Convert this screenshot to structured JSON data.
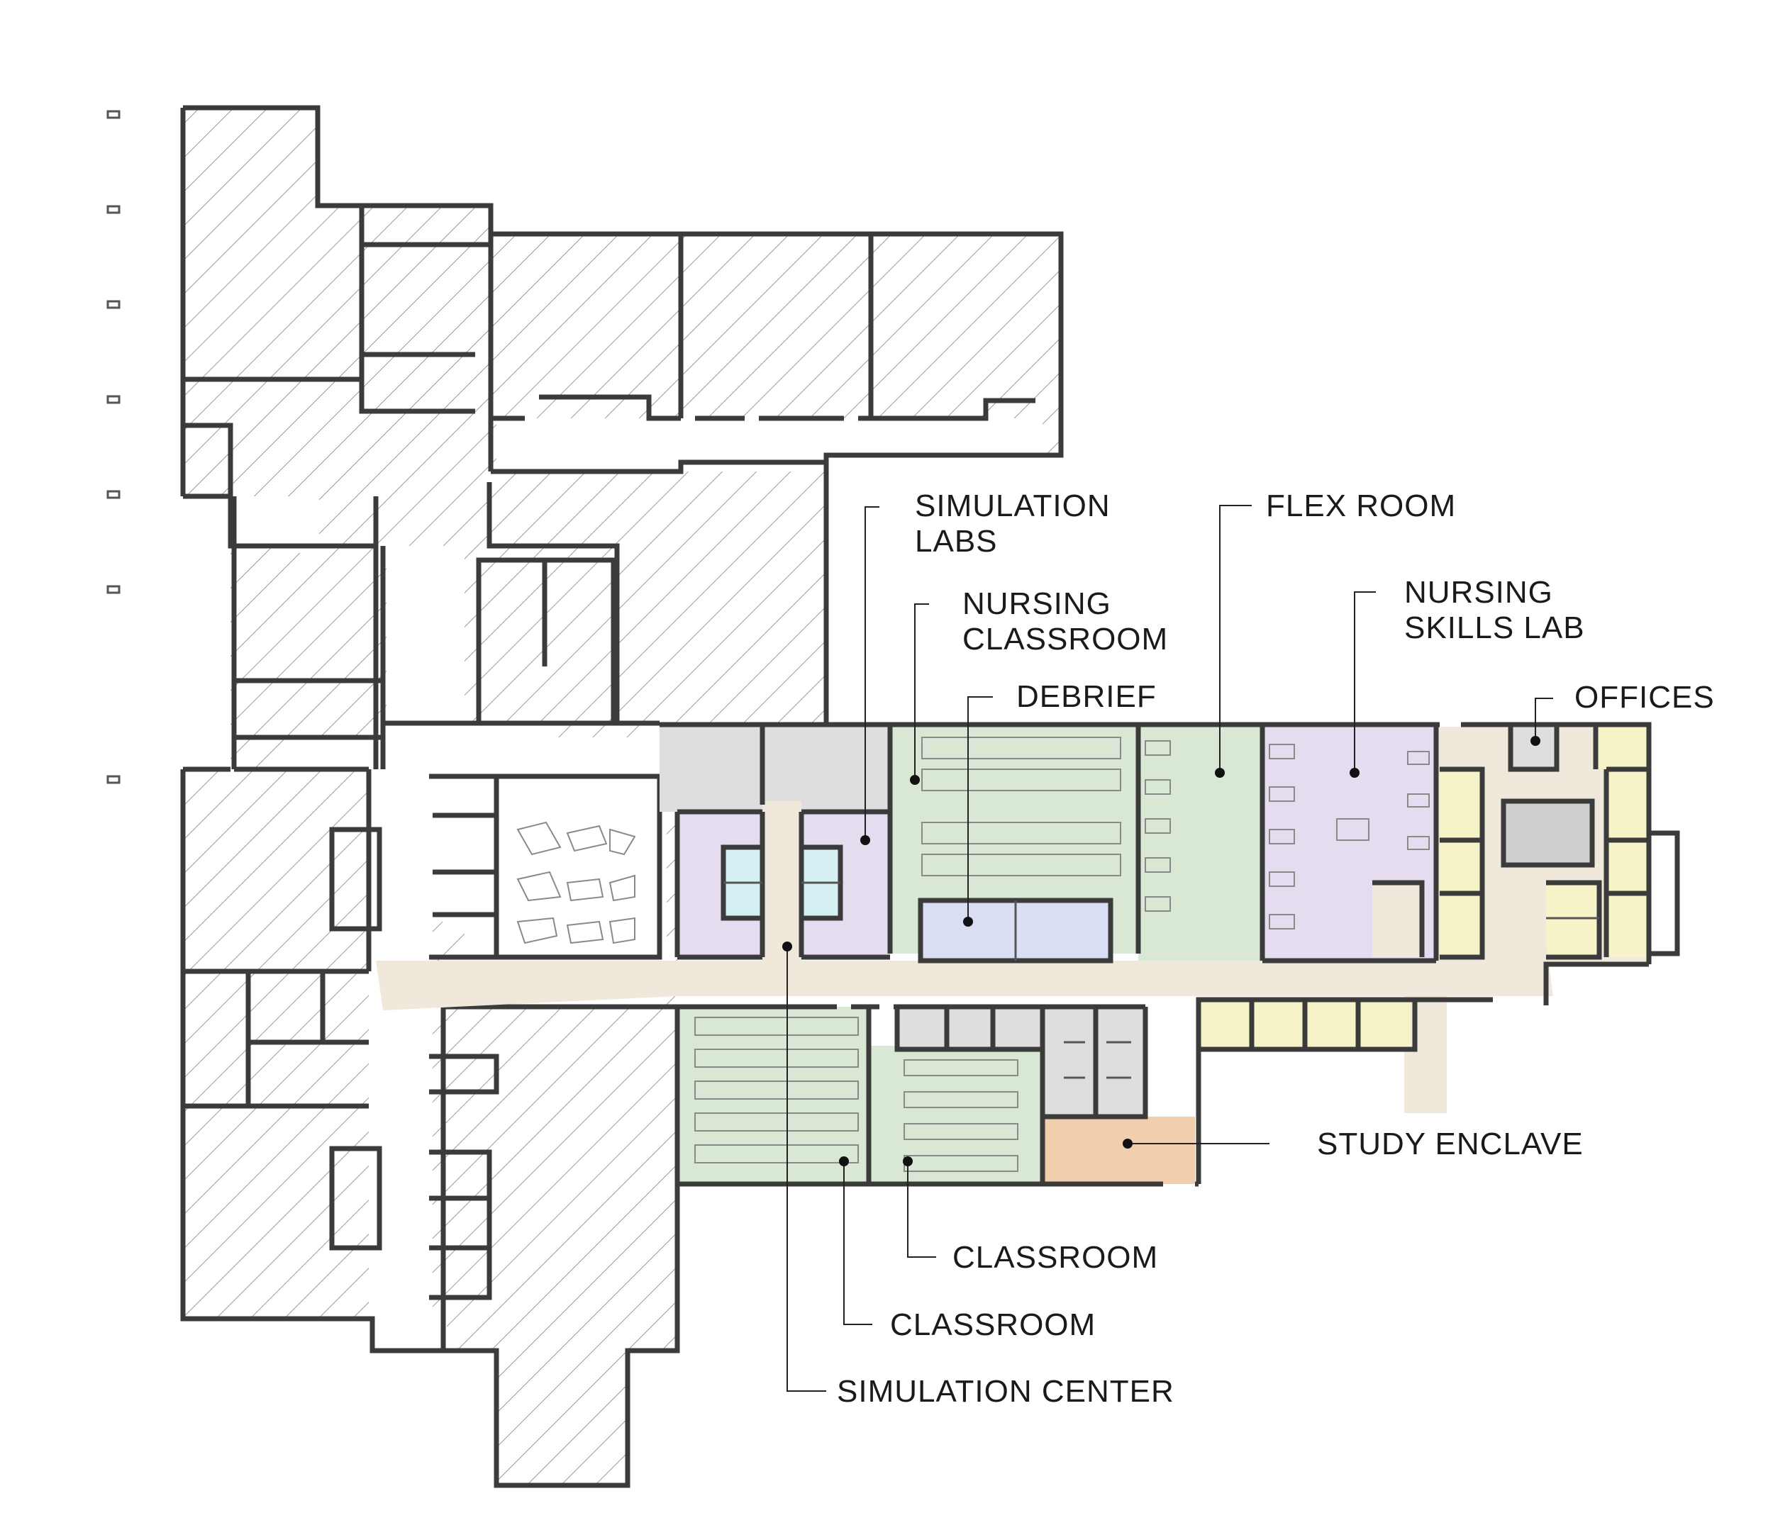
{
  "labels": {
    "simulation_labs": [
      "SIMULATION",
      "LABS"
    ],
    "nursing_classroom": [
      "NURSING",
      "CLASSROOM"
    ],
    "debrief": "DEBRIEF",
    "flex_room": "FLEX ROOM",
    "nursing_skills_lab": [
      "NURSING",
      "SKILLS LAB"
    ],
    "offices": "OFFICES",
    "study_enclave": "STUDY ENCLAVE",
    "classroom_upper": "CLASSROOM",
    "classroom_lower": "CLASSROOM",
    "simulation_center": "SIMULATION CENTER"
  },
  "colors": {
    "existing_hatch": "#8c8c8c",
    "corridor": "#efe8db",
    "classroom_green": "#d8e8d4",
    "simulation_purple": "#e5dcf0",
    "debrief_blue": "#d9def5",
    "control_cyan": "#d4f0f2",
    "support_gray": "#dedede",
    "office_yellow": "#f6f3c9",
    "study_orange": "#f1cfae",
    "wall": "#3b3b3b"
  }
}
